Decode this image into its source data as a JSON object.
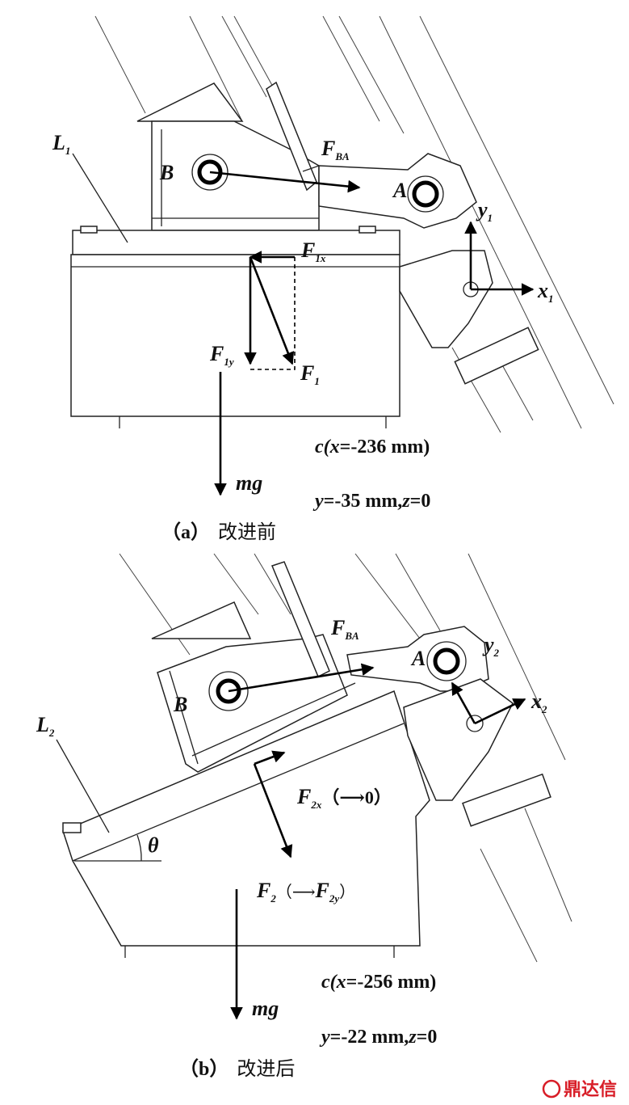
{
  "panel_a": {
    "caption_letter": "a",
    "caption_text": "改进前",
    "labels": {
      "link": "L",
      "link_sub": "1",
      "point_b": "B",
      "point_a": "A",
      "force_ba": "F",
      "force_ba_sub": "BA",
      "axis_y": "y",
      "axis_y_sub": "1",
      "axis_x": "x",
      "axis_x_sub": "1",
      "f_x": "F",
      "f_x_sub": "1x",
      "f_y": "F",
      "f_y_sub": "1y",
      "f_res": "F",
      "f_res_sub": "1",
      "gravity": "mg"
    },
    "centroid": {
      "line1_prefix": "c(",
      "x_sym": "x",
      "x_val": "=-236 mm)",
      "y_sym": "y",
      "y_val": "=-35 mm,",
      "z_sym": "z",
      "z_val": "=0"
    }
  },
  "panel_b": {
    "caption_letter": "b",
    "caption_text": "改进后",
    "labels": {
      "link": "L",
      "link_sub": "2",
      "point_b": "B",
      "point_a": "A",
      "force_ba": "F",
      "force_ba_sub": "BA",
      "axis_y": "y",
      "axis_y_sub": "2",
      "axis_x": "x",
      "axis_x_sub": "2",
      "f_x": "F",
      "f_x_sub": "2x",
      "f_x_note": "（⟶0）",
      "f_res": "F",
      "f_res_sub": "2",
      "f_res_note_open": "（⟶",
      "f_res_note_f": "F",
      "f_res_note_sub": "2y",
      "f_res_note_close": "）",
      "angle": "θ",
      "gravity": "mg"
    },
    "centroid": {
      "line1_prefix": "c(",
      "x_sym": "x",
      "x_val": "=-256 mm)",
      "y_sym": "y",
      "y_val": "=-22 mm,",
      "z_sym": "z",
      "z_val": "=0"
    }
  },
  "caption_paren_open": "（",
  "caption_paren_close": "）",
  "watermark": {
    "text": "鼎达信",
    "color": "#d81e28"
  }
}
